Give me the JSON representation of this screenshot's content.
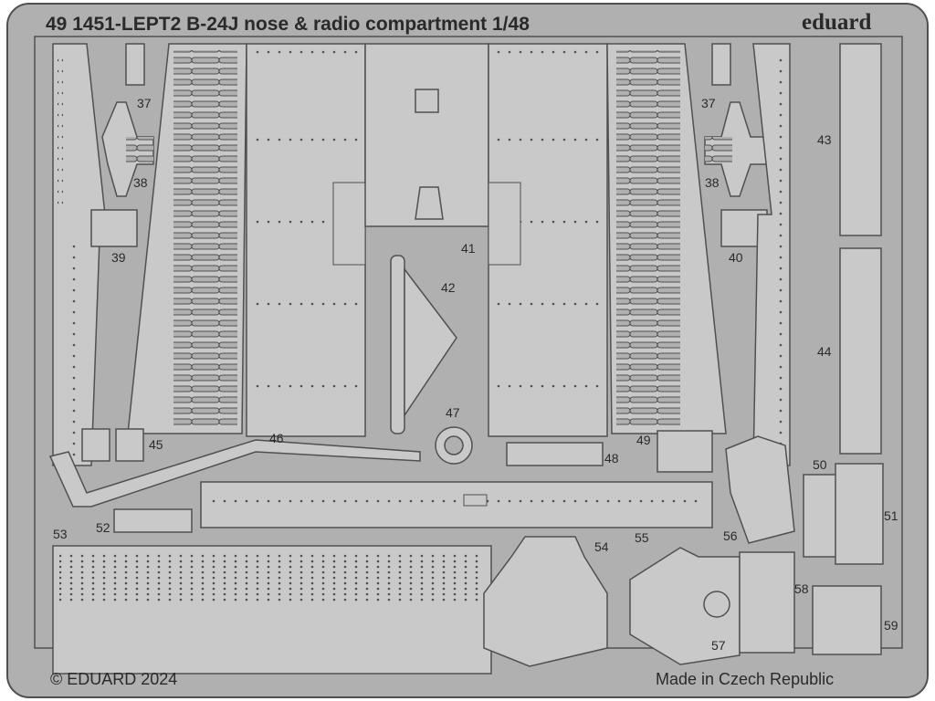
{
  "header": {
    "title": "49 1451-LEPT2  B-24J nose & radio compartment  1/48",
    "brand": "eduard"
  },
  "footer": {
    "copyright": "© EDUARD 2024",
    "origin": "Made in Czech Republic"
  },
  "part_numbers": [
    "37",
    "37",
    "38",
    "38",
    "39",
    "40",
    "41",
    "42",
    "43",
    "44",
    "45",
    "46",
    "47",
    "48",
    "49",
    "50",
    "51",
    "52",
    "53",
    "54",
    "55",
    "56",
    "57",
    "58",
    "59"
  ],
  "colors": {
    "fret": "#b0b0b0",
    "parts": "#c9c9c9",
    "outline": "#505050",
    "text": "#2a2a2a"
  }
}
